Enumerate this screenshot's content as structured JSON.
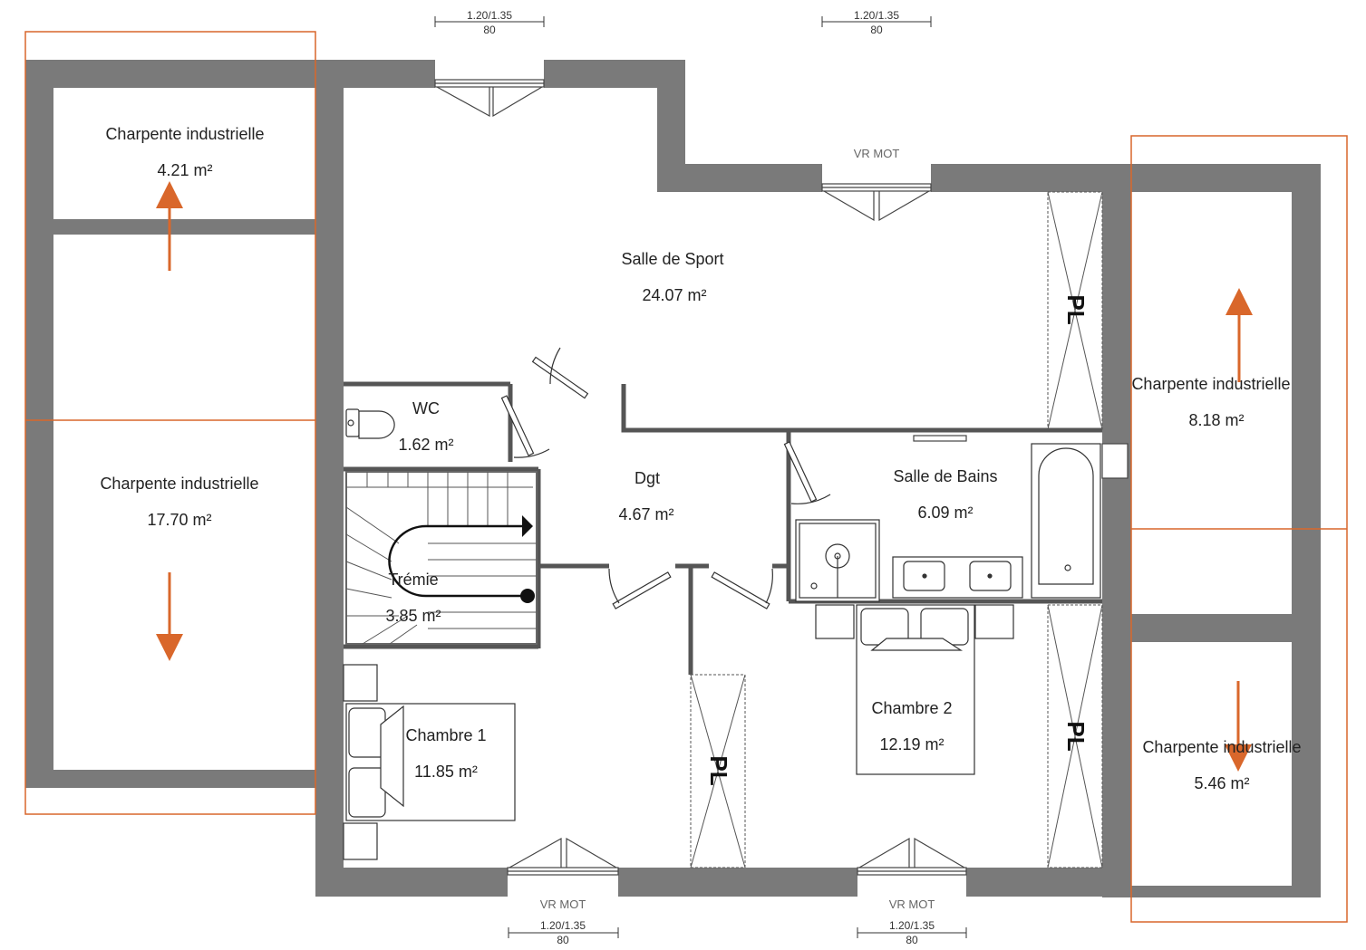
{
  "colors": {
    "wall": "#7a7a7a",
    "accent": "#d9672b",
    "line": "#222222"
  },
  "rooms": {
    "charpente_tl": {
      "name": "Charpente industrielle",
      "area": "4.21 m²"
    },
    "charpente_l": {
      "name": "Charpente industrielle",
      "area": "17.70 m²"
    },
    "salle_sport": {
      "name": "Salle de Sport",
      "area": "24.07 m²"
    },
    "wc": {
      "name": "WC",
      "area": "1.62 m²"
    },
    "dgt": {
      "name": "Dgt",
      "area": "4.67 m²"
    },
    "tremie": {
      "name": "Trémie",
      "area": "3.85 m²"
    },
    "chambre1": {
      "name": "Chambre 1",
      "area": "11.85 m²"
    },
    "salle_bains": {
      "name": "Salle de Bains",
      "area": "6.09 m²"
    },
    "chambre2": {
      "name": "Chambre 2",
      "area": "12.19 m²"
    },
    "charpente_r": {
      "name": "Charpente industrielle",
      "area": "8.18 m²"
    },
    "charpente_br": {
      "name": "Charpente industrielle",
      "area": "5.46 m²"
    }
  },
  "dimensions": {
    "top_left": {
      "size": "1.20/1.35",
      "sub": "80"
    },
    "top_right": {
      "size": "1.20/1.35",
      "sub": "80"
    },
    "bottom_left": {
      "size": "1.20/1.35",
      "sub": "80"
    },
    "bottom_right": {
      "size": "1.20/1.35",
      "sub": "80"
    }
  },
  "labels": {
    "vr_mot_top": "VR MOT",
    "vr_mot_bottom_left": "VR MOT",
    "vr_mot_bottom_right": "VR MOT",
    "placard": "PL"
  }
}
